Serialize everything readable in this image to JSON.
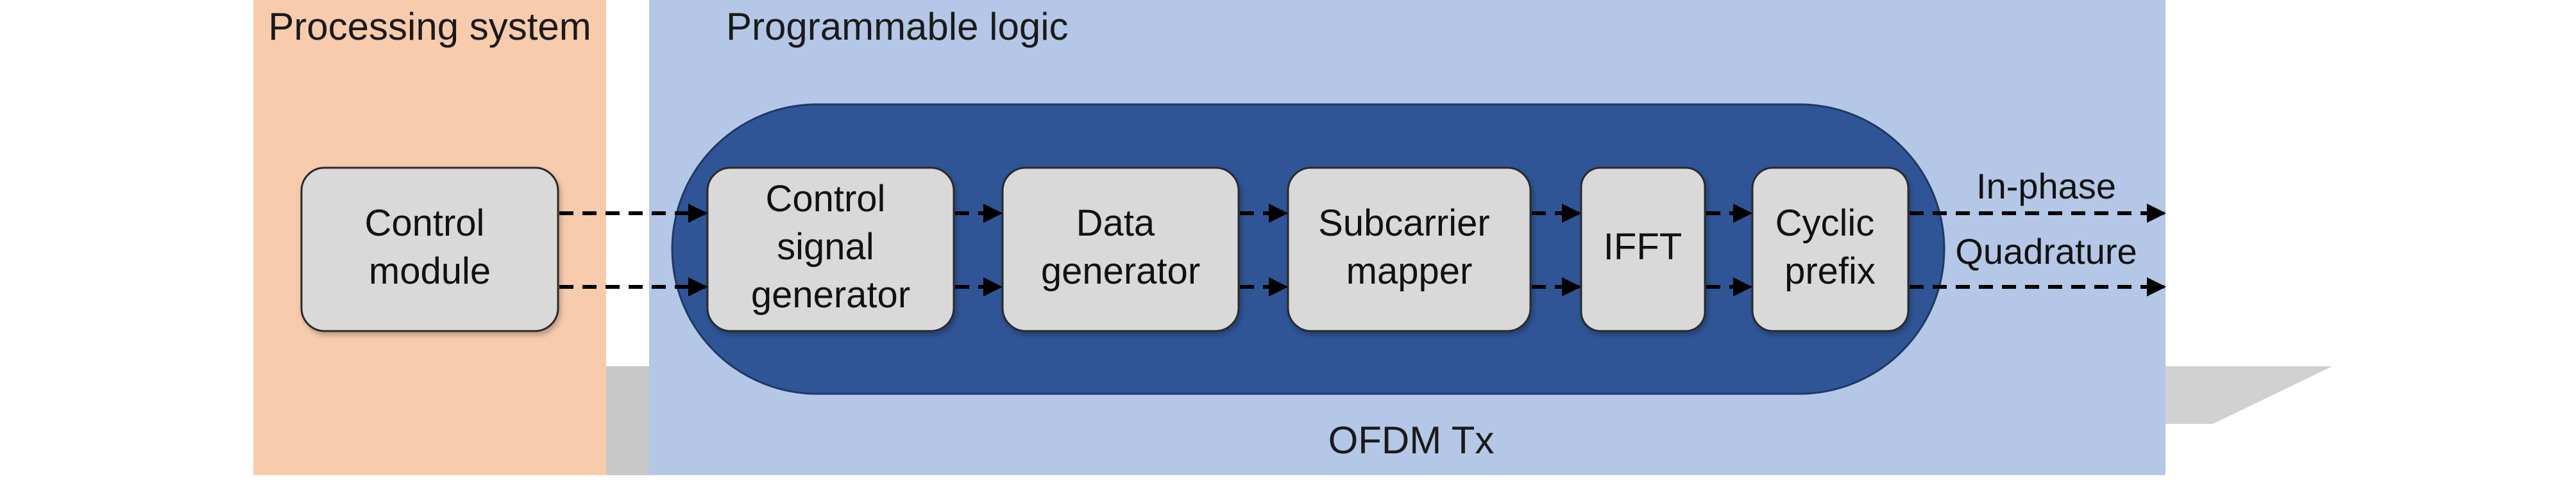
{
  "diagram": {
    "processing_system": {
      "title": "Processing system",
      "fill": "#f8cbad"
    },
    "programmable_logic": {
      "title": "Programmable logic",
      "fill": "#b4c7e7"
    },
    "ofdm_tx": {
      "label": "OFDM Tx",
      "fill": "#2f5597",
      "stroke": "#1f3864"
    },
    "blocks": {
      "control_module": {
        "lines": [
          "Control",
          "module"
        ]
      },
      "control_signal_generator": {
        "lines": [
          "Control",
          "signal",
          "generator"
        ]
      },
      "data_generator": {
        "lines": [
          "Data",
          "generator"
        ]
      },
      "subcarrier_mapper": {
        "lines": [
          "Subcarrier",
          "mapper"
        ]
      },
      "ifft": {
        "lines": [
          "IFFT"
        ]
      },
      "cyclic_prefix": {
        "lines": [
          "Cyclic",
          "prefix"
        ]
      }
    },
    "block_style": {
      "fill": "#d9d9d9",
      "stroke": "#2b2b2b"
    },
    "outputs": {
      "in_phase": "In-phase",
      "quadrature": "Quadrature"
    },
    "connectors": {
      "style": "dashed",
      "color": "#000000",
      "count_between_blocks": 2
    }
  }
}
